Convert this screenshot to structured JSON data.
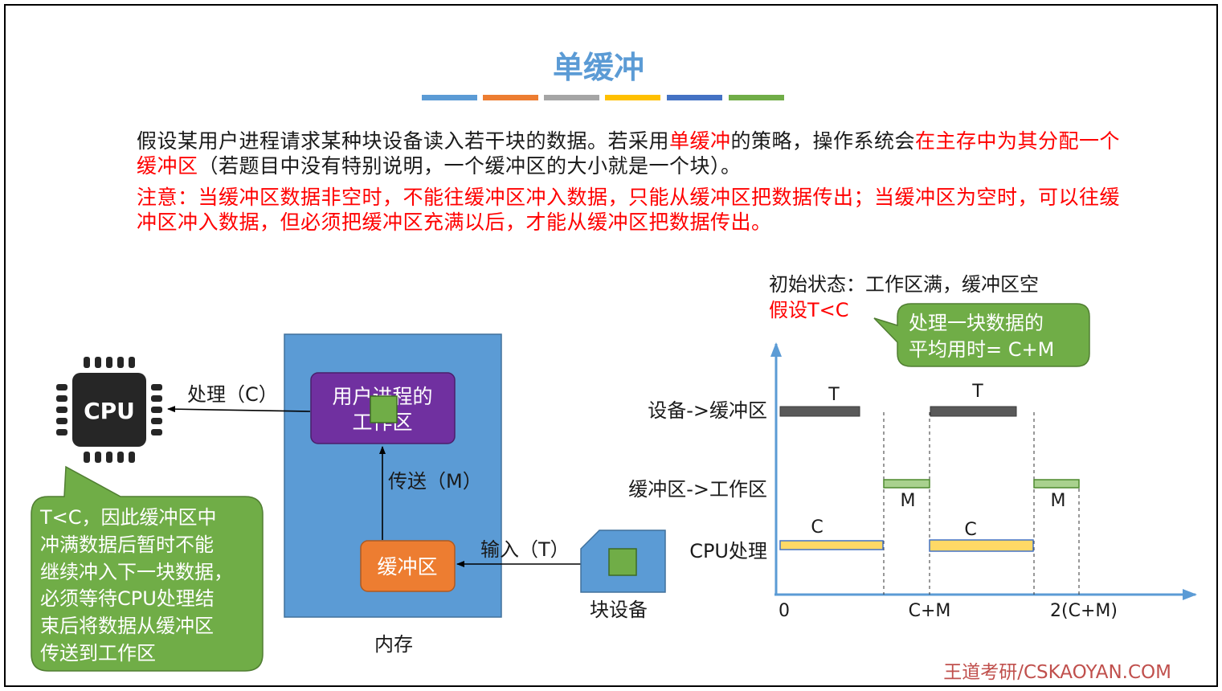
{
  "title": "单缓冲",
  "colors": {
    "title": "#5b9bd5",
    "stripes": [
      "#5b9bd5",
      "#ed7d31",
      "#a5a5a5",
      "#ffc000",
      "#4472c4",
      "#70ad47"
    ],
    "memory": "#5b9bd5",
    "workarea": "#7030a0",
    "buffer": "#ed7d31",
    "block": "#70ad47",
    "callout": "#70ad47",
    "emphasis": "#ff0000"
  },
  "intro": {
    "p1_a": "假设某用户进程请求某种块设备读入若干块的数据。若采用",
    "p1_b": "单缓冲",
    "p1_c": "的策略，操作系统会",
    "p1_d": "在主存中为其分配一个缓冲区",
    "p1_e": "（若题目中没有特别说明，一个缓冲区的大小就是一个块）。",
    "note": "注意：当缓冲区数据非空时，不能往缓冲区冲入数据，只能从缓冲区把数据传出；当缓冲区为空时，可以往缓冲区冲入数据，但必须把缓冲区充满以后，才能从缓冲区把数据传出。"
  },
  "diagram": {
    "cpu_label": "CPU",
    "process_label": "处理（C）",
    "workarea_line1": "用户进程的",
    "workarea_line2": "工作区",
    "transfer_label": "传送（M）",
    "buffer_label": "缓冲区",
    "input_label": "输入（T）",
    "memory_label": "内存",
    "device_label": "块设备",
    "callout_lines": [
      "T<C，因此缓冲区中",
      "冲满数据后暂时不能",
      "继续冲入下一块数据，",
      "必须等待CPU处理结",
      "束后将数据从缓冲区",
      "传送到工作区"
    ]
  },
  "timeline": {
    "initial_state": "初始状态：工作区满，缓冲区空",
    "assumption": "假设T<C",
    "bubble_line1": "处理一块数据的",
    "bubble_line2": "平均用时= C+M",
    "row_device": "设备->缓冲区",
    "row_buffer": "缓冲区->工作区",
    "row_cpu": "CPU处理",
    "bar_T1": "T",
    "bar_T2": "T",
    "bar_M1": "M",
    "bar_M2": "M",
    "bar_C1": "C",
    "bar_C2": "C",
    "tick_0": "0",
    "tick_1": "C+M",
    "tick_2": "2(C+M)"
  },
  "footer": "王道考研/CSKAOYAN.COM"
}
